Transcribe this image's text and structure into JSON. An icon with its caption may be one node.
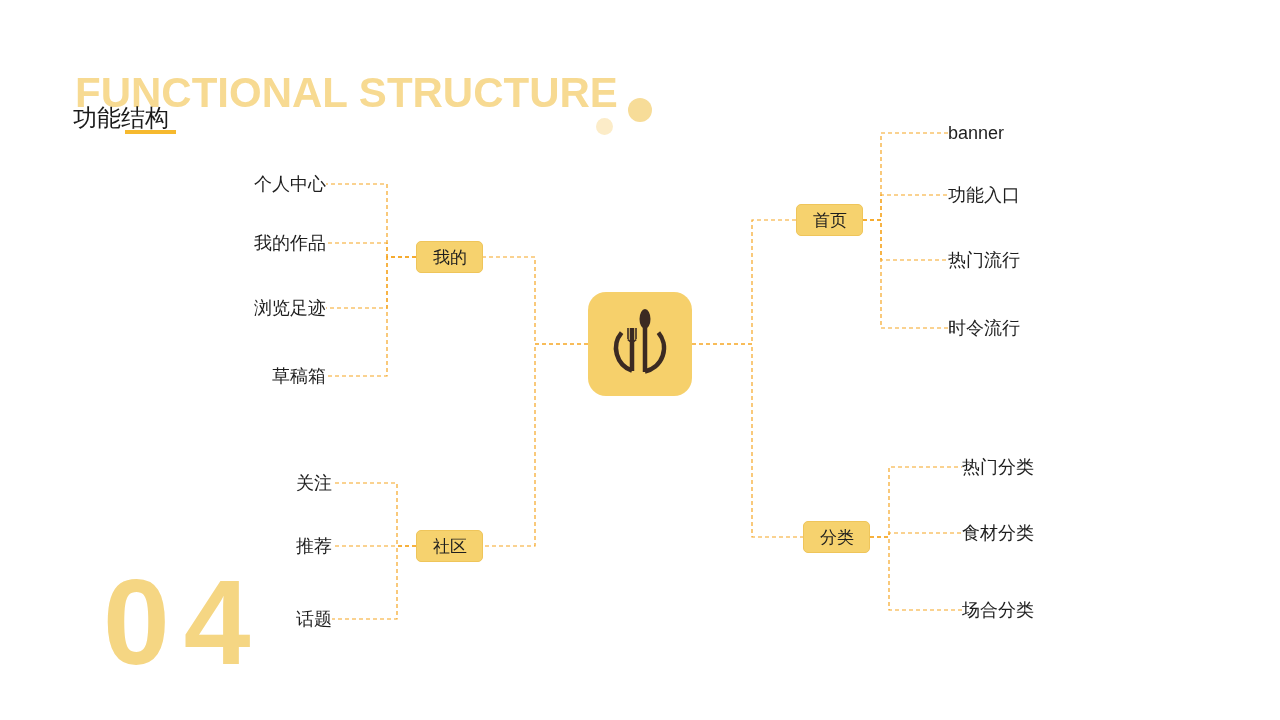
{
  "diagram": {
    "title": "功能结构",
    "nodes": [
      {
        "text": [],
        "shape": "picture"
      },
      {
        "text": [
          "我的"
        ]
      },
      {
        "text": [
          "个人中心"
        ]
      },
      {
        "text": [
          "我的作品"
        ]
      },
      {
        "text": [
          "浏览足迹"
        ]
      },
      {
        "text": [
          "草稿箱"
        ]
      },
      {
        "text": [
          "社区"
        ]
      },
      {
        "text": [
          "关注"
        ]
      },
      {
        "text": [
          "推荐"
        ]
      },
      {
        "text": [
          "话题"
        ]
      },
      {
        "text": [
          "首页"
        ]
      },
      {
        "text": [
          "banner"
        ]
      },
      {
        "text": [
          "功能入口"
        ]
      },
      {
        "text": [
          "热门流行"
        ]
      },
      {
        "text": [
          "时令流行"
        ]
      },
      {
        "text": [
          "分类"
        ]
      },
      {
        "text": [
          "热门分类"
        ]
      },
      {
        "text": [
          "食材分类"
        ]
      },
      {
        "text": [
          "场合分类"
        ]
      }
    ],
    "edges": [
      {
        "from": 0,
        "to": 1,
        "arrow": "none",
        "style": "dashed"
      },
      {
        "from": 0,
        "to": 6,
        "arrow": "none",
        "style": "dashed"
      },
      {
        "from": 0,
        "to": 10,
        "arrow": "none",
        "style": "dashed"
      },
      {
        "from": 0,
        "to": 15,
        "arrow": "none",
        "style": "dashed"
      },
      {
        "from": 1,
        "to": 2,
        "arrow": "none",
        "style": "dashed"
      },
      {
        "from": 1,
        "to": 3,
        "arrow": "none",
        "style": "dashed"
      },
      {
        "from": 1,
        "to": 4,
        "arrow": "none",
        "style": "dashed"
      },
      {
        "from": 1,
        "to": 5,
        "arrow": "none",
        "style": "dashed"
      },
      {
        "from": 6,
        "to": 7,
        "arrow": "none",
        "style": "dashed"
      },
      {
        "from": 6,
        "to": 8,
        "arrow": "none",
        "style": "dashed"
      },
      {
        "from": 6,
        "to": 9,
        "arrow": "none",
        "style": "dashed"
      },
      {
        "from": 10,
        "to": 11,
        "arrow": "none",
        "style": "dashed"
      },
      {
        "from": 10,
        "to": 12,
        "arrow": "none",
        "style": "dashed"
      },
      {
        "from": 10,
        "to": 13,
        "arrow": "none",
        "style": "dashed"
      },
      {
        "from": 10,
        "to": 14,
        "arrow": "none",
        "style": "dashed"
      },
      {
        "from": 15,
        "to": 16,
        "arrow": "none",
        "style": "dashed"
      },
      {
        "from": 15,
        "to": 17,
        "arrow": "none",
        "style": "dashed"
      },
      {
        "from": 15,
        "to": 18,
        "arrow": "none",
        "style": "dashed"
      }
    ],
    "labels": [
      "FUNCTIONAL STRUCTURE",
      "04"
    ]
  }
}
